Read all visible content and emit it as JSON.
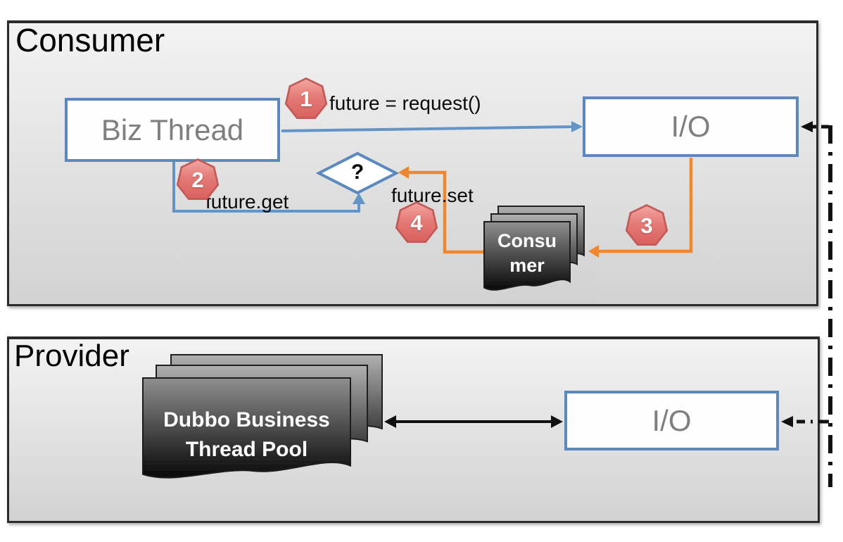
{
  "colors": {
    "panel-border": "#2b2b2b",
    "box-border": "#5b88bd",
    "box-text": "#7f7f7f",
    "line-blue": "#6394c8",
    "line-orange": "#f0862e",
    "line-black": "#111111",
    "badge-edge": "#c25a57"
  },
  "consumer_panel": {
    "title": "Consumer",
    "biz_thread_box": {
      "label": "Biz Thread"
    },
    "io_box": {
      "label": "I/O"
    },
    "steps": {
      "step1": "1",
      "step2": "2",
      "step3": "3",
      "step4": "4"
    },
    "labels": {
      "request": "future = request()",
      "future_get": "future.get",
      "future_set": "future.set",
      "condition": "?"
    },
    "consumer_stack": {
      "line1": "Consu",
      "line2": "mer"
    }
  },
  "provider_panel": {
    "title": "Provider",
    "thread_pool_stack": {
      "line1": "Dubbo Business",
      "line2": "Thread Pool"
    },
    "io_box": {
      "label": "I/O"
    }
  }
}
